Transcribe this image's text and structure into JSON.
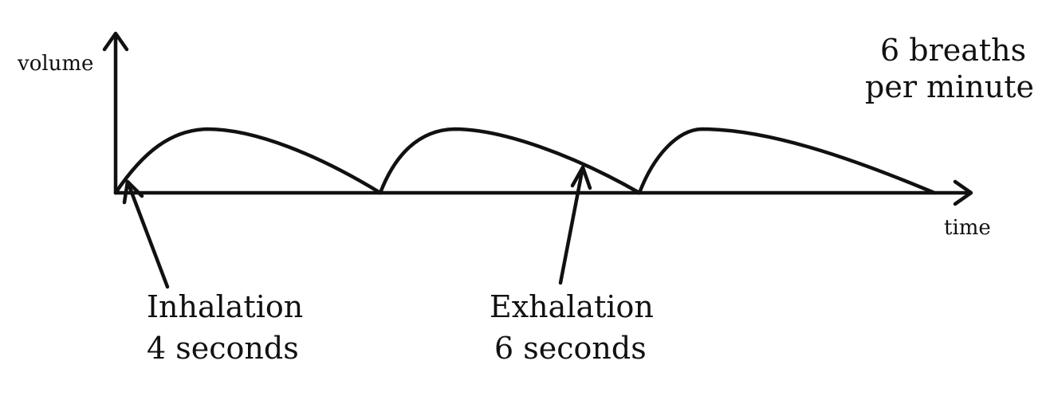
{
  "axes": {
    "y_label": "volume",
    "x_label": "time"
  },
  "rate": {
    "line1": "6 breaths",
    "line2": "per minute"
  },
  "inhalation": {
    "title": "Inhalation",
    "duration": "4 seconds"
  },
  "exhalation": {
    "title": "Exhalation",
    "duration": "6 seconds"
  },
  "cycles": 3,
  "colors": {
    "ink": "#111111",
    "background": "#ffffff"
  }
}
